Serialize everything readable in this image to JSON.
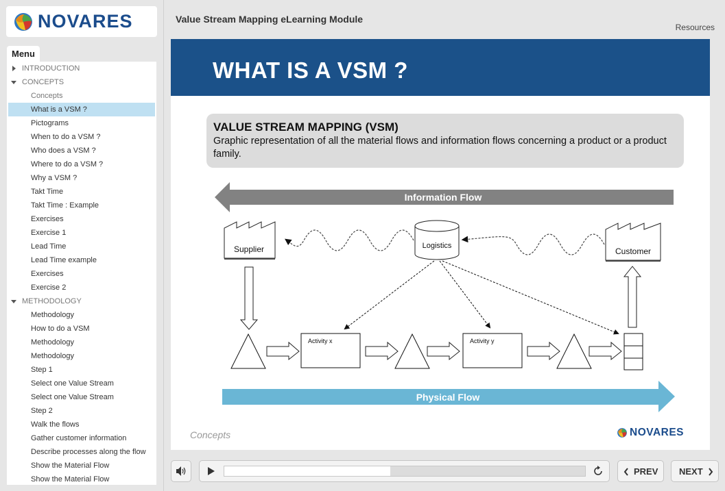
{
  "brand": {
    "logo_text": "NOVARES"
  },
  "header": {
    "module_title": "Value Stream Mapping eLearning Module",
    "resources_label": "Resources"
  },
  "menu": {
    "tab_label": "Menu",
    "items": [
      {
        "label": "INTRODUCTION",
        "type": "section",
        "expanded": false
      },
      {
        "label": "CONCEPTS",
        "type": "section",
        "expanded": true
      },
      {
        "label": "Concepts",
        "type": "child",
        "muted": true
      },
      {
        "label": "What is a VSM ?",
        "type": "child",
        "selected": true
      },
      {
        "label": "Pictograms",
        "type": "child"
      },
      {
        "label": "When to do a VSM ?",
        "type": "child"
      },
      {
        "label": "Who does a VSM ?",
        "type": "child"
      },
      {
        "label": "Where to do a VSM ?",
        "type": "child"
      },
      {
        "label": "Why a VSM ?",
        "type": "child"
      },
      {
        "label": "Takt Time",
        "type": "child"
      },
      {
        "label": "Takt Time : Example",
        "type": "child"
      },
      {
        "label": "Exercises",
        "type": "child"
      },
      {
        "label": "Exercise 1",
        "type": "child"
      },
      {
        "label": "Lead Time",
        "type": "child"
      },
      {
        "label": "Lead Time example",
        "type": "child"
      },
      {
        "label": "Exercises",
        "type": "child"
      },
      {
        "label": "Exercise 2",
        "type": "child"
      },
      {
        "label": "METHODOLOGY",
        "type": "section",
        "expanded": true
      },
      {
        "label": "Methodology",
        "type": "child"
      },
      {
        "label": "How to do a VSM",
        "type": "child"
      },
      {
        "label": "Methodology",
        "type": "child"
      },
      {
        "label": "Methodology",
        "type": "child"
      },
      {
        "label": "Step 1",
        "type": "child"
      },
      {
        "label": "Select one Value Stream",
        "type": "child"
      },
      {
        "label": "Select one Value Stream",
        "type": "child"
      },
      {
        "label": "Step 2",
        "type": "child"
      },
      {
        "label": "Walk the flows",
        "type": "child"
      },
      {
        "label": "Gather customer information",
        "type": "child"
      },
      {
        "label": "Describe processes along the flow",
        "type": "child"
      },
      {
        "label": "Show the Material Flow",
        "type": "child"
      },
      {
        "label": "Show the Material Flow",
        "type": "child"
      }
    ]
  },
  "slide": {
    "title": "WHAT IS A VSM ?",
    "definition_title": "VALUE STREAM MAPPING (VSM)",
    "definition_text": "Graphic representation of all the material flows and information flows concerning a product or a product family.",
    "diagram": {
      "information_flow_label": "Information Flow",
      "physical_flow_label": "Physical Flow",
      "supplier_label": "Supplier",
      "customer_label": "Customer",
      "logistics_label": "Logistics",
      "activity_x_label": "Activity x",
      "activity_y_label": "Activity y",
      "colors": {
        "information_arrow": "#828282",
        "physical_arrow": "#6ab6d5"
      }
    },
    "footer_section": "Concepts",
    "footer_logo_text": "NOVARES"
  },
  "player": {
    "progress_fraction": 0.46,
    "prev_label": "PREV",
    "next_label": "NEXT"
  },
  "colors": {
    "banner": "#1b5189",
    "selected_item": "#bfe0f2",
    "brand": "#1b4c8c"
  }
}
